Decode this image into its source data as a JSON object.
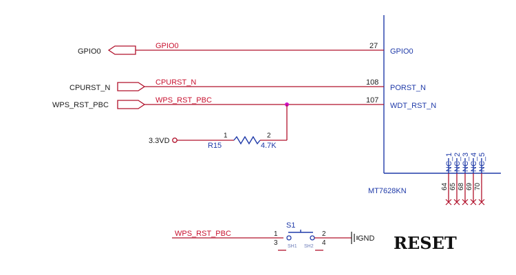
{
  "chip": {
    "name": "MT7628KN",
    "pins": [
      {
        "num": "27",
        "name": "GPIO0"
      },
      {
        "num": "108",
        "name": "PORST_N"
      },
      {
        "num": "107",
        "name": "WDT_RST_N"
      }
    ],
    "nc_pins": [
      {
        "num": "64",
        "name": "NC_1"
      },
      {
        "num": "65",
        "name": "NC_2"
      },
      {
        "num": "68",
        "name": "NC_3"
      },
      {
        "num": "69",
        "name": "NC_4"
      },
      {
        "num": "70",
        "name": "NC_5"
      }
    ]
  },
  "ports": [
    {
      "name": "GPIO0",
      "net": "GPIO0"
    },
    {
      "name": "CPURST_N",
      "net": "CPURST_N"
    },
    {
      "name": "WPS_RST_PBC",
      "net": "WPS_RST_PBC"
    }
  ],
  "pullup": {
    "supply": "3.3VD",
    "ref": "R15",
    "value": "4.7K",
    "pin1": "1",
    "pin2": "2"
  },
  "switch": {
    "ref": "S1",
    "net": "WPS_RST_PBC",
    "pin1": "1",
    "pin2": "2",
    "pin3": "3",
    "pin4": "4",
    "sh1": "SH1",
    "sh2": "SH2",
    "ground": "GND"
  },
  "title": "RESET",
  "colors": {
    "wire": "#b0102a",
    "symbol": "#1f3aa8",
    "text": "#1a1a1a"
  }
}
